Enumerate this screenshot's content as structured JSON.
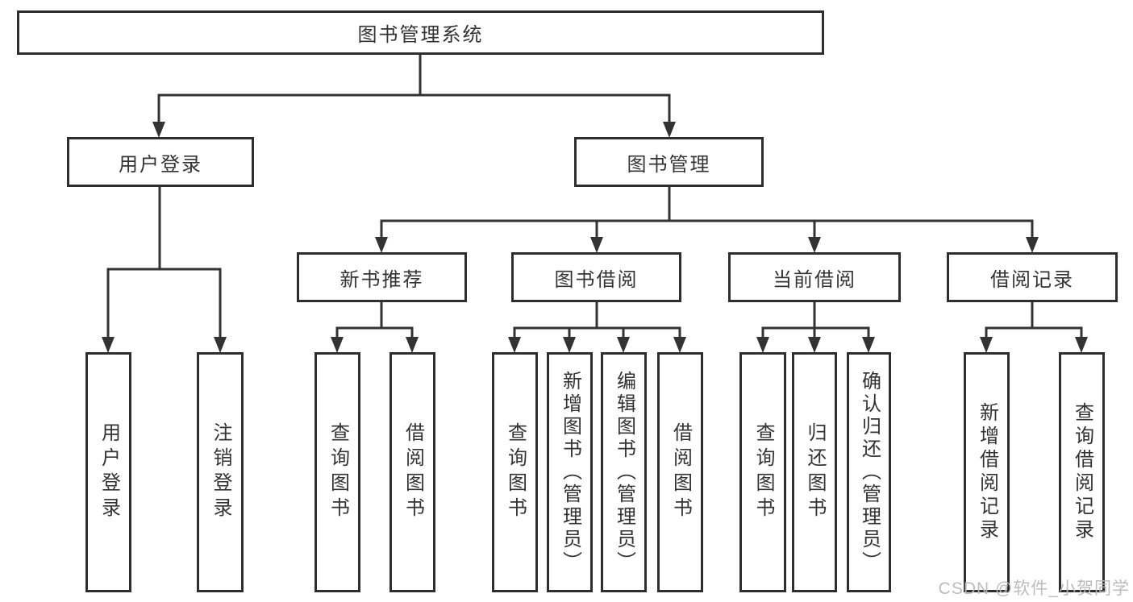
{
  "diagram": {
    "title_node": {
      "label": "图书管理系统"
    },
    "level2": [
      {
        "label": "用户登录"
      },
      {
        "label": "图书管理"
      }
    ],
    "level3": [
      {
        "label": "新书推荐"
      },
      {
        "label": "图书借阅"
      },
      {
        "label": "当前借阅"
      },
      {
        "label": "借阅记录"
      }
    ],
    "leaves": {
      "user_login": [
        {
          "label": "用户登录"
        },
        {
          "label": "注销登录"
        }
      ],
      "new_book": [
        {
          "label": "查询图书"
        },
        {
          "label": "借阅图书"
        }
      ],
      "book_borrow": [
        {
          "label": "查询图书"
        },
        {
          "label": "新增图书（管理员）"
        },
        {
          "label": "编辑图书（管理员）"
        },
        {
          "label": "借阅图书"
        }
      ],
      "current_borrow": [
        {
          "label": "查询图书"
        },
        {
          "label": "归还图书"
        },
        {
          "label": "确认归还（管理员）"
        }
      ],
      "borrow_records": [
        {
          "label": "新增借阅记录"
        },
        {
          "label": "查询借阅记录"
        }
      ]
    },
    "watermark": "CSDN @软件_小贺同学",
    "colors": {
      "line": "#333333",
      "box_border": "#2e2e2e",
      "background": "#ffffff",
      "watermark": "#b8b8b8"
    }
  }
}
